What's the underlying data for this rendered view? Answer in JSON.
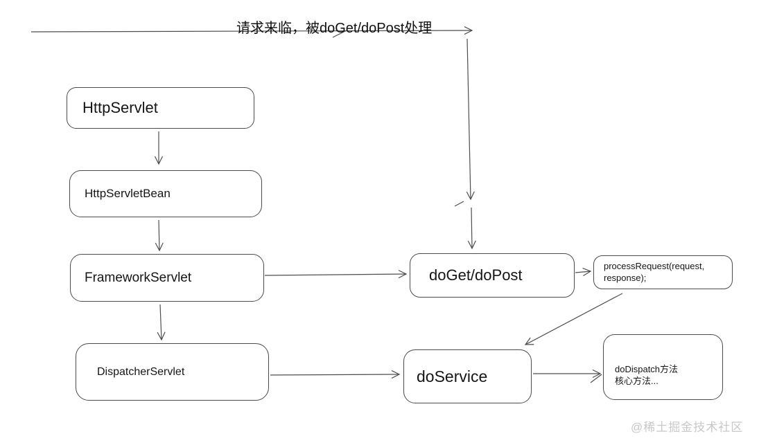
{
  "title": "请求来临，被doGet/doPost处理",
  "watermark": "@稀土掘金技术社区",
  "colors": {
    "background": "#ffffff",
    "line": "#4d4d4d",
    "box_border": "#4a4a4a",
    "text": "#151515",
    "watermark": "#c8c8c8"
  },
  "nodes": {
    "http_servlet": {
      "label": "HttpServlet"
    },
    "http_servlet_bean": {
      "label": "HttpServletBean"
    },
    "framework_servlet": {
      "label": "FrameworkServlet"
    },
    "dispatcher_servlet": {
      "label": "DispatcherServlet"
    },
    "do_get_do_post": {
      "label": "doGet/doPost"
    },
    "process_request": {
      "line1": "processRequest(request,",
      "line2": "response);"
    },
    "do_service": {
      "label": "doService"
    },
    "do_dispatch": {
      "line1": "doDispatch方法",
      "line2": "核心方法..."
    }
  },
  "edges": [
    {
      "from": "request",
      "to": "doGet/doPost",
      "label": "请求来临，被doGet/doPost处理"
    },
    {
      "from": "HttpServlet",
      "to": "HttpServletBean",
      "label": ""
    },
    {
      "from": "HttpServletBean",
      "to": "FrameworkServlet",
      "label": ""
    },
    {
      "from": "FrameworkServlet",
      "to": "DispatcherServlet",
      "label": ""
    },
    {
      "from": "FrameworkServlet",
      "to": "doGet/doPost",
      "label": ""
    },
    {
      "from": "doGet/doPost",
      "to": "processRequest(request, response);",
      "label": ""
    },
    {
      "from": "processRequest(request, response);",
      "to": "doService",
      "label": ""
    },
    {
      "from": "DispatcherServlet",
      "to": "doService",
      "label": ""
    },
    {
      "from": "doService",
      "to": "doDispatch方法 核心方法...",
      "label": ""
    }
  ]
}
